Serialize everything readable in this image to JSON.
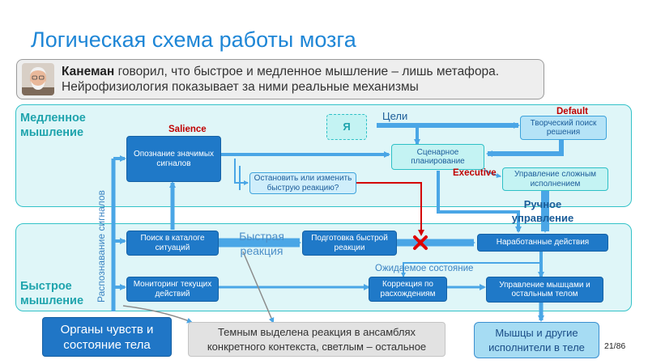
{
  "title": "Логическая схема работы мозга",
  "quote": {
    "author": "Канеман",
    "line1_rest": " говорил, что быстрое и медленное мышление – лишь метафора.",
    "line2": "Нейрофизиология показывает за ними реальные механизмы"
  },
  "regions": {
    "slow": {
      "line1": "Медленное",
      "line2": "мышление"
    },
    "fast": {
      "line1": "Быстрое",
      "line2": "мышление"
    }
  },
  "side_label": "Распознавание сигналов",
  "nodes": {
    "detect_signals": "Опознание значимых сигналов",
    "stop_change": "Остановить или изменить быструю реакцию?",
    "ya": "Я",
    "goals": "Цели",
    "scenario_planning": "Сценарное планирование",
    "creative_search": "Творческий поиск решения",
    "complex_execution": "Управление сложным исполнением",
    "manual_control": "Ручное управление",
    "catalog_search": "Поиск в каталоге ситуаций",
    "fast_reaction_label": "Быстрая реакция",
    "prepare_reaction": "Подготовка быстрой реакции",
    "learned_actions": "Наработанные действия",
    "expected_state": "Ожидаемое состояние",
    "monitoring": "Мониторинг текущих действий",
    "correction": "Коррекция по расхождениям",
    "muscle_control": "Управление мышцами и остальным телом",
    "organs": "Органы чувств и состояние тела",
    "muscles_executors": "Мышцы и другие исполнители в теле"
  },
  "network_labels": {
    "salience": "Salience",
    "default": "Default",
    "executive": "Executive"
  },
  "note": "Темным выделена реакция в ансамблях конкретного контекста, светлым – остальное",
  "slide_number": "21/86",
  "colors": {
    "title": "#1e86d6",
    "region_fill": "#dff6f8",
    "region_border": "#33c2c8",
    "dark_box": "#1f79c8",
    "arrow": "#4aa6e6",
    "network_label": "#c00000"
  }
}
